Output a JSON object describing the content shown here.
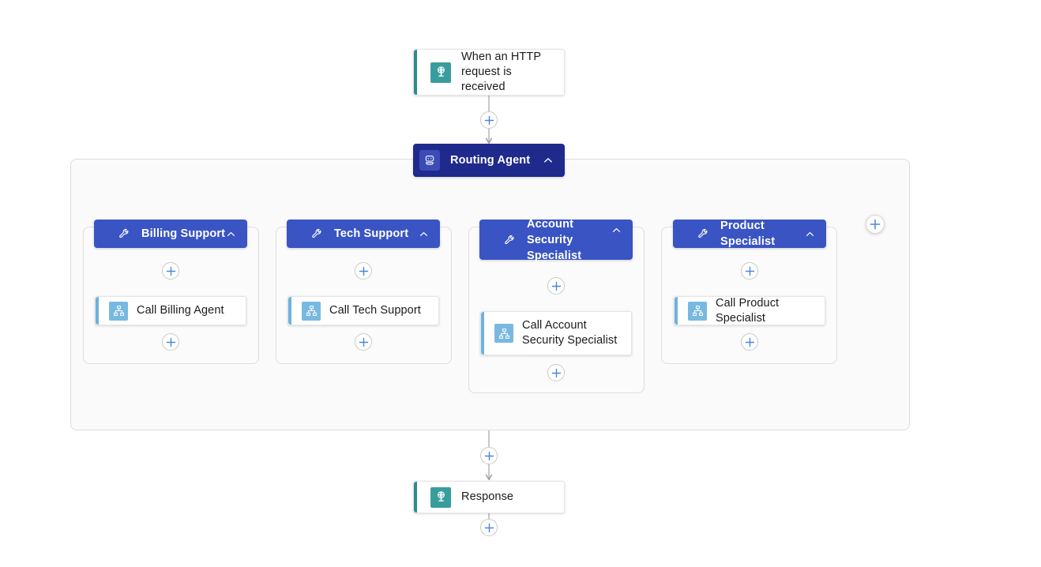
{
  "canvas": {
    "background": "#ffffff",
    "edge_color": "#b0b0b0",
    "accent_blue": "#4a87d8",
    "root_agent_color": "#1f2a8c",
    "sub_agent_color": "#3a54c4",
    "trigger_accent_color": "#2c8c8c",
    "tool_accent_color": "#6cb3dd"
  },
  "trigger": {
    "label": "When an HTTP request is received",
    "icon": "http-trigger-icon"
  },
  "root_agent": {
    "label": "Routing Agent",
    "icon": "robot-icon",
    "chevron": "chevron-up-icon"
  },
  "branches": [
    {
      "agent": {
        "label": "Billing Support",
        "icon": "wrench-icon",
        "chevron": "chevron-up-icon"
      },
      "tool": {
        "label": "Call Billing Agent",
        "icon": "sitemap-icon"
      }
    },
    {
      "agent": {
        "label": "Tech Support",
        "icon": "wrench-icon",
        "chevron": "chevron-up-icon"
      },
      "tool": {
        "label": "Call Tech Support",
        "icon": "sitemap-icon"
      }
    },
    {
      "agent": {
        "label": "Account Security Specialist",
        "icon": "wrench-icon",
        "chevron": "chevron-up-icon"
      },
      "tool": {
        "label": "Call Account Security Specialist",
        "icon": "sitemap-icon"
      }
    },
    {
      "agent": {
        "label": "Product Specialist",
        "icon": "wrench-icon",
        "chevron": "chevron-up-icon"
      },
      "tool": {
        "label": "Call Product Specialist",
        "icon": "sitemap-icon"
      }
    }
  ],
  "response": {
    "label": "Response",
    "icon": "http-response-icon"
  },
  "add_buttons": {
    "icon": "plus-icon",
    "after_trigger": "add-step-after-trigger",
    "after_container": "add-step-after-agent-group",
    "after_response": "add-step-after-response",
    "add_branch": "add-agent-branch"
  }
}
